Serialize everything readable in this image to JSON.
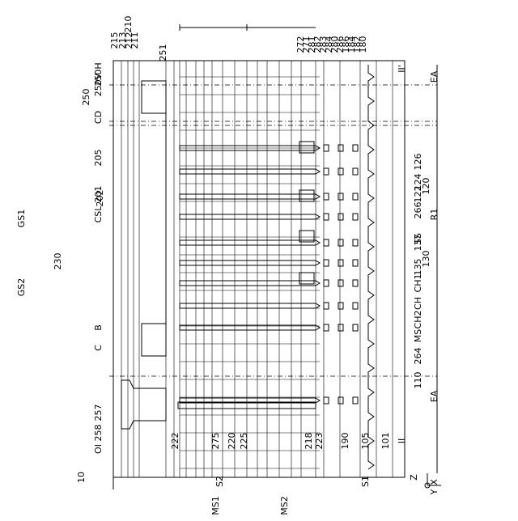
{
  "figure_label": "10",
  "axes": {
    "z": "Z",
    "y": "Y",
    "x": "X"
  },
  "left_labels": {
    "top_row": [
      "215",
      "213",
      "212",
      "211",
      "210"
    ],
    "column": [
      "OI",
      "258",
      "257",
      "C",
      "B",
      "CSL",
      "201",
      "202",
      "205",
      "CD",
      "250",
      "250V",
      "250H",
      "251"
    ],
    "stack_top": [
      "GS1",
      "GS2",
      "230"
    ],
    "right_ids": [
      "272",
      "271",
      "281",
      "282",
      "283",
      "284",
      "280",
      "286",
      "186",
      "184",
      "182",
      "180"
    ]
  },
  "bottom_labels": {
    "row1": [
      "222",
      "275",
      "220",
      "225",
      "218",
      "223",
      "190",
      "105",
      "101"
    ],
    "row2": [
      "S2",
      "S1"
    ],
    "row3": [
      "MS1",
      "MS2"
    ],
    "ch_labels": [
      "264",
      "MS",
      "CH2",
      "CH",
      "CH1",
      "135",
      "137",
      "130",
      "SS",
      "266",
      "122",
      "124",
      "126",
      "120",
      "110",
      "R1",
      "EA",
      "EA",
      "II",
      "II'"
    ]
  }
}
